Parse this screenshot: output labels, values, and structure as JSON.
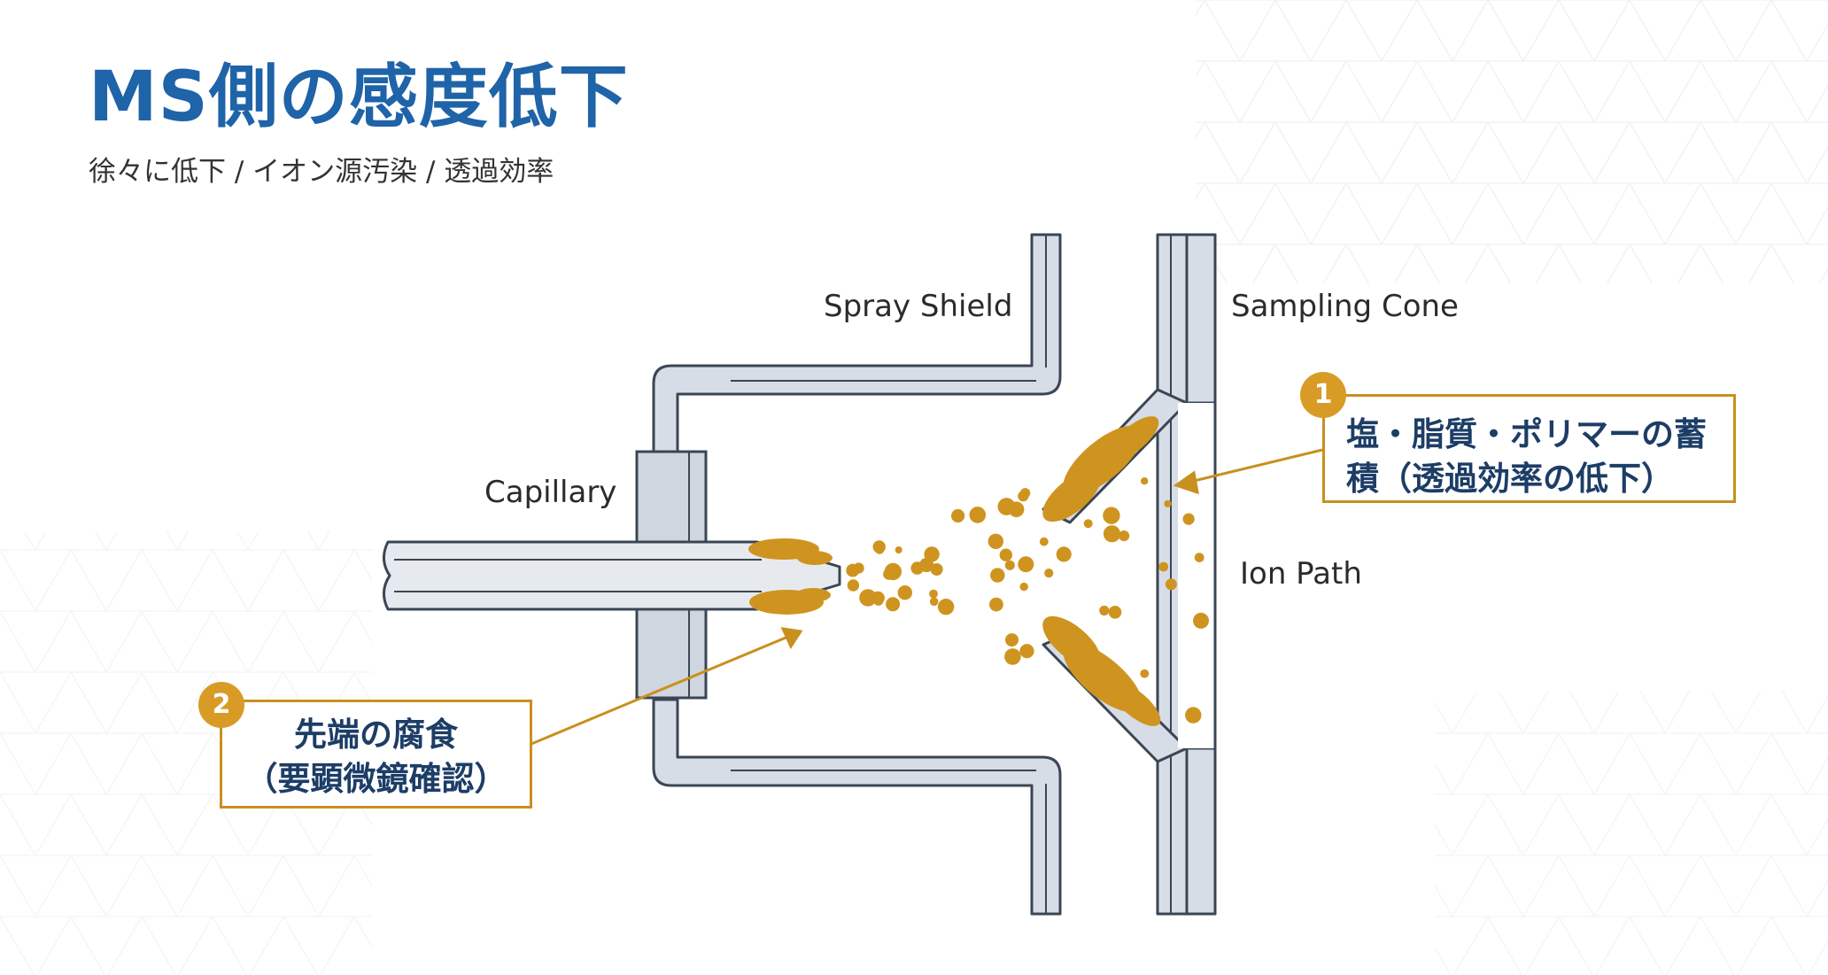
{
  "header": {
    "title": "MS側の感度低下",
    "subtitle": "徐々に低下 / イオン源汚染 / 透過効率"
  },
  "diagram": {
    "labels": {
      "spray_shield": "Spray Shield",
      "sampling_cone": "Sampling Cone",
      "capillary": "Capillary",
      "ion_path": "Ion Path"
    },
    "callouts": [
      {
        "number": "1",
        "line1": "塩・脂質・ポリマーの蓄",
        "line2": "積（透過効率の低下）"
      },
      {
        "number": "2",
        "line1": "先端の腐食",
        "line2": "（要顕微鏡確認）"
      }
    ]
  },
  "colors": {
    "title": "#1f63a8",
    "accent": "#c8901e",
    "deposit": "#cf941f",
    "metal": "#d6dde6",
    "outline": "#3b4654",
    "callout_text": "#1c3d66"
  }
}
